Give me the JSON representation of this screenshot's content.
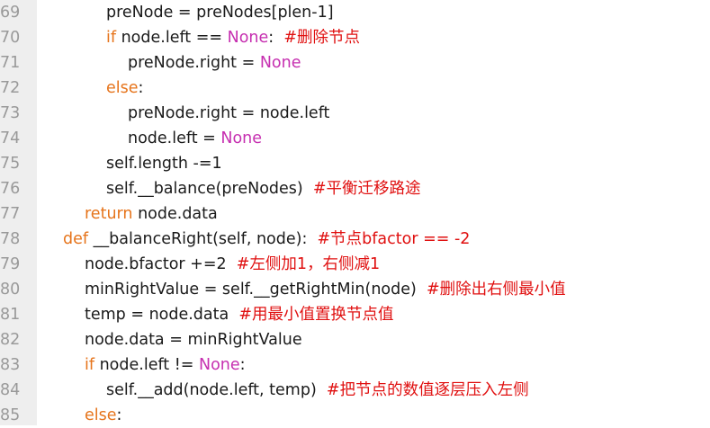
{
  "colors": {
    "gutter_bg": "#eeeeee",
    "line_number": "#999999",
    "text": "#1a1a1a",
    "keyword": "#e6741b",
    "none_literal": "#c62fb0",
    "comment": "#e01010"
  },
  "lines": [
    {
      "num": "69",
      "indent": 3,
      "tokens": [
        {
          "t": "preNode = preNodes[plen-1]",
          "c": "plain"
        }
      ]
    },
    {
      "num": "70",
      "indent": 3,
      "tokens": [
        {
          "t": "if",
          "c": "kw"
        },
        {
          "t": " node.left == ",
          "c": "plain"
        },
        {
          "t": "None",
          "c": "none"
        },
        {
          "t": ":  ",
          "c": "plain"
        },
        {
          "t": "#删除节点",
          "c": "cm"
        }
      ]
    },
    {
      "num": "71",
      "indent": 4,
      "tokens": [
        {
          "t": "preNode.right = ",
          "c": "plain"
        },
        {
          "t": "None",
          "c": "none"
        }
      ]
    },
    {
      "num": "72",
      "indent": 3,
      "tokens": [
        {
          "t": "else",
          "c": "kw"
        },
        {
          "t": ":",
          "c": "plain"
        }
      ]
    },
    {
      "num": "73",
      "indent": 4,
      "tokens": [
        {
          "t": "preNode.right = node.left",
          "c": "plain"
        }
      ]
    },
    {
      "num": "74",
      "indent": 4,
      "tokens": [
        {
          "t": "node.left = ",
          "c": "plain"
        },
        {
          "t": "None",
          "c": "none"
        }
      ]
    },
    {
      "num": "75",
      "indent": 3,
      "tokens": [
        {
          "t": "self.length -=1",
          "c": "plain"
        }
      ]
    },
    {
      "num": "76",
      "indent": 3,
      "tokens": [
        {
          "t": "self.__balance(preNodes)  ",
          "c": "plain"
        },
        {
          "t": "#平衡迁移路途",
          "c": "cm"
        }
      ]
    },
    {
      "num": "77",
      "indent": 2,
      "tokens": [
        {
          "t": "return",
          "c": "kw"
        },
        {
          "t": " node.data",
          "c": "plain"
        }
      ]
    },
    {
      "num": "78",
      "indent": 1,
      "tokens": [
        {
          "t": "def",
          "c": "kw"
        },
        {
          "t": " __balanceRight(self, node):  ",
          "c": "plain"
        },
        {
          "t": "#节点bfactor == -2",
          "c": "cm"
        }
      ]
    },
    {
      "num": "79",
      "indent": 2,
      "tokens": [
        {
          "t": "node.bfactor +=2  ",
          "c": "plain"
        },
        {
          "t": "#左侧加1，右侧减1",
          "c": "cm"
        }
      ]
    },
    {
      "num": "80",
      "indent": 2,
      "tokens": [
        {
          "t": "minRightValue = self.__getRightMin(node)  ",
          "c": "plain"
        },
        {
          "t": "#删除出右侧最小值",
          "c": "cm"
        }
      ]
    },
    {
      "num": "81",
      "indent": 2,
      "tokens": [
        {
          "t": "temp = node.data  ",
          "c": "plain"
        },
        {
          "t": "#用最小值置换节点值",
          "c": "cm"
        }
      ]
    },
    {
      "num": "82",
      "indent": 2,
      "tokens": [
        {
          "t": "node.data = minRightValue",
          "c": "plain"
        }
      ]
    },
    {
      "num": "83",
      "indent": 2,
      "tokens": [
        {
          "t": "if",
          "c": "kw"
        },
        {
          "t": " node.left != ",
          "c": "plain"
        },
        {
          "t": "None",
          "c": "none"
        },
        {
          "t": ":",
          "c": "plain"
        }
      ]
    },
    {
      "num": "84",
      "indent": 3,
      "tokens": [
        {
          "t": "self.__add(node.left, temp)  ",
          "c": "plain"
        },
        {
          "t": "#把节点的数值逐层压入左侧",
          "c": "cm"
        }
      ]
    },
    {
      "num": "85",
      "indent": 2,
      "tokens": [
        {
          "t": "else",
          "c": "kw"
        },
        {
          "t": ":",
          "c": "plain"
        }
      ]
    }
  ]
}
